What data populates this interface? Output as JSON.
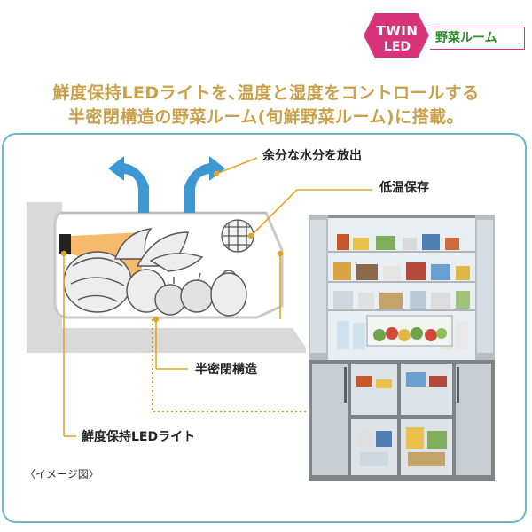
{
  "badge": {
    "top": "TWIN",
    "bottom": "LED",
    "label": "野菜ルーム",
    "hex_color": "#d8327a",
    "label_color": "#2e8b2e"
  },
  "headline": {
    "line1": "鮮度保持LEDライトを､温度と湿度をコントロールする",
    "line2": "半密閉構造の野菜ルーム(旬鮮野菜ルーム)に搭載。",
    "color": "#c8a14a"
  },
  "callouts": {
    "moisture": "余分な水分を放出",
    "low_temp": "低温保存",
    "semi_sealed": "半密閉構造",
    "led_light": "鮮度保持LEDライト"
  },
  "note": "〈イメージ図〉",
  "colors": {
    "panel_border": "#6db6d0",
    "arrow_blue": "#3d97d3",
    "callout_line": "#e0a820",
    "led_glow": "#f2a33a"
  }
}
